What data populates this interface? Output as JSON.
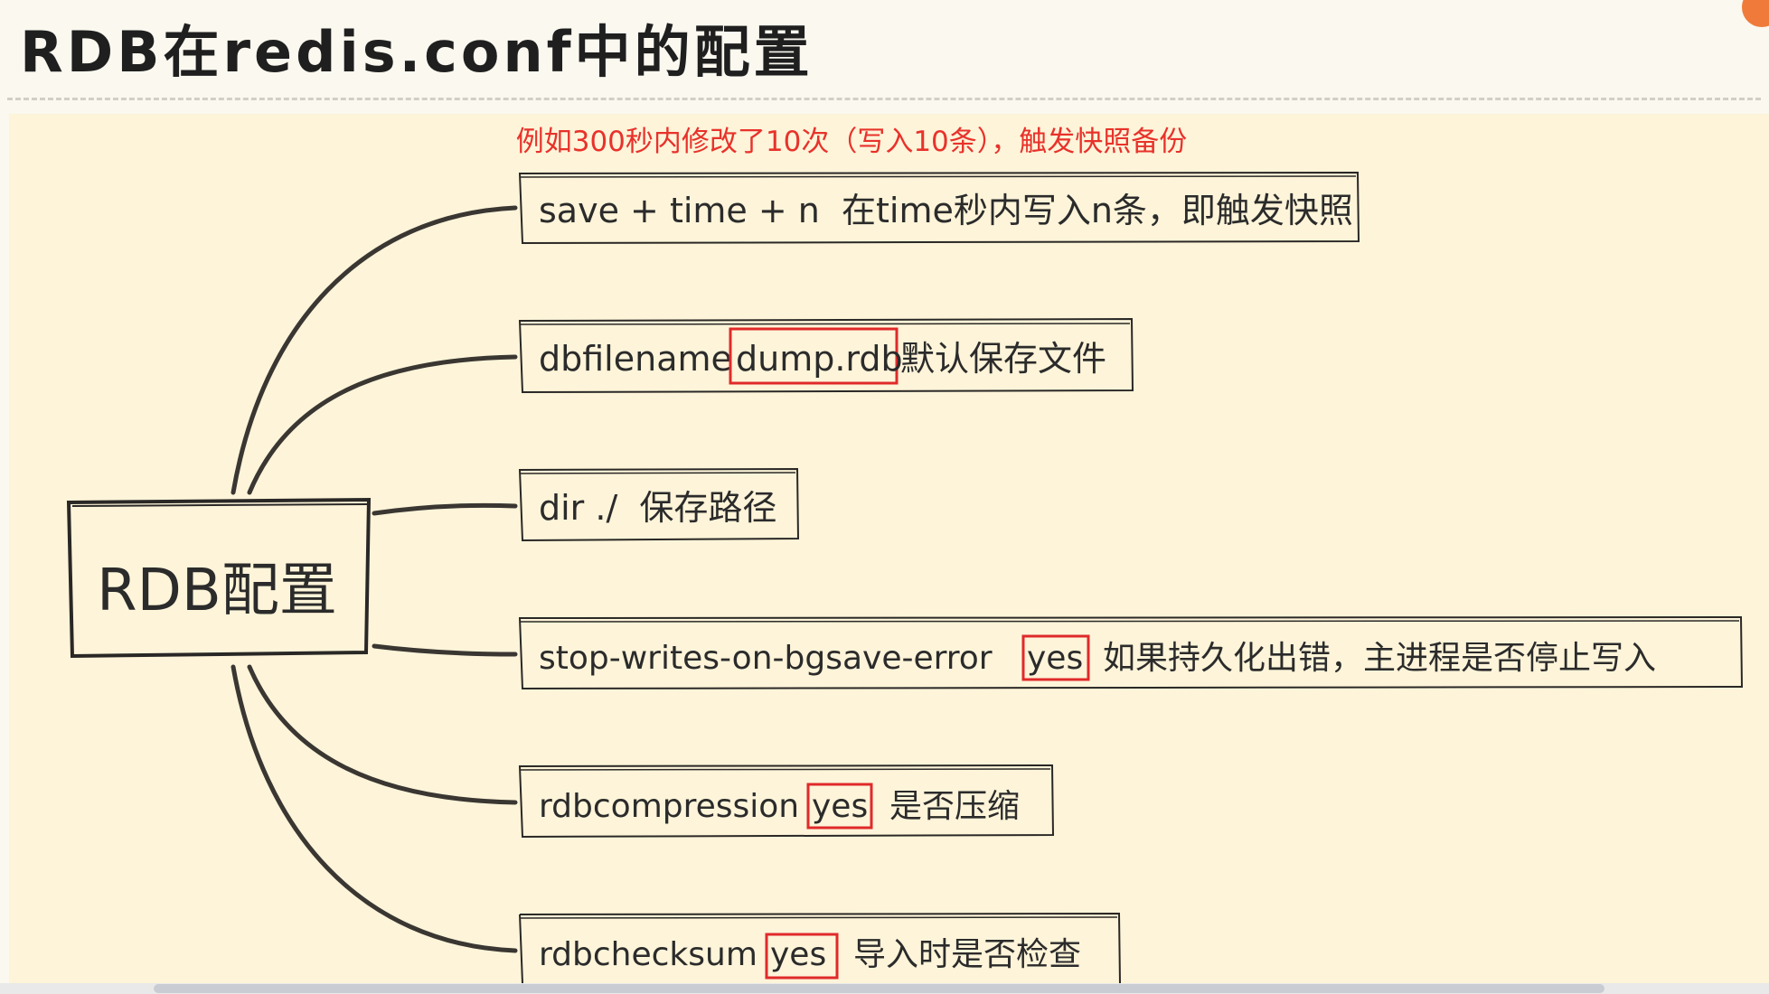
{
  "slide": {
    "title": "RDB在redis.conf中的配置"
  },
  "diagram": {
    "root": "RDB配置",
    "annotation": "例如300秒内修改了10次（写入10条），触发快照备份",
    "nodes": [
      {
        "key": "save + time + n",
        "value": "",
        "desc": "在time秒内写入n条，即触发快照"
      },
      {
        "key": "dbfilename",
        "value": "dump.rdb",
        "desc": "默认保存文件"
      },
      {
        "key": "dir ./",
        "value": "",
        "desc": "保存路径"
      },
      {
        "key": "stop-writes-on-bgsave-error",
        "value": "yes",
        "desc": "如果持久化出错，主进程是否停止写入"
      },
      {
        "key": "rdbcompression",
        "value": "yes",
        "desc": "是否压缩"
      },
      {
        "key": "rdbchecksum",
        "value": "yes",
        "desc": "导入时是否检查"
      }
    ]
  },
  "colors": {
    "annotation": "#e8322b",
    "highlight_box": "#e02a2a",
    "line": "#3a3632",
    "canvas": "#fdf4d9"
  }
}
